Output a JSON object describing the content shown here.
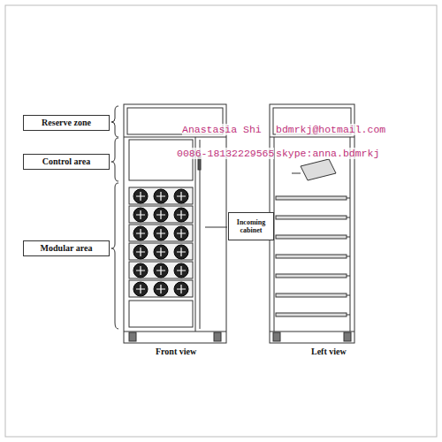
{
  "diagram": {
    "nodes": [
      {
        "text": [
          "Reserve zone"
        ]
      },
      {
        "text": [
          "Control area"
        ]
      },
      {
        "text": [
          "Modular area"
        ]
      },
      {
        "text": [
          "Incoming cabinet"
        ]
      }
    ],
    "labels": [
      "Anastasia Shi",
      "0086-18132229565",
      "bdmrkj@hotmail.com",
      "skype:anna.bdmrkj",
      "Front view",
      "Left view"
    ]
  }
}
